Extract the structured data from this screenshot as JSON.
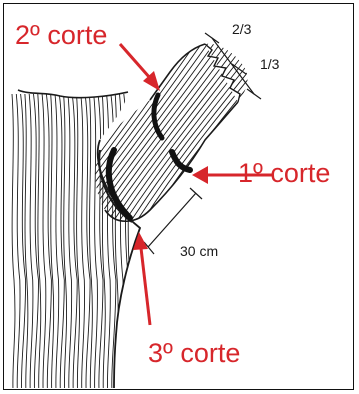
{
  "labels": {
    "second_cut": "2º corte",
    "first_cut": "1º corte",
    "third_cut": "3º corte",
    "two_thirds": "2/3",
    "one_third": "1/3",
    "distance": "30 cm"
  },
  "colors": {
    "annotation_red": "#d7262b",
    "ink": "#1a1a1a"
  }
}
